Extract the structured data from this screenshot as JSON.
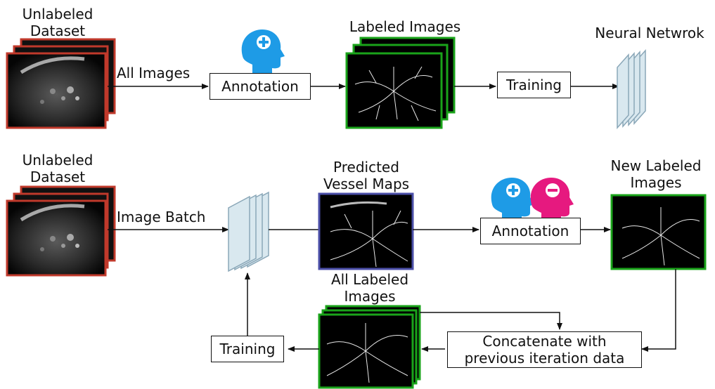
{
  "colors": {
    "unlabeled_border": "#c0392b",
    "labeled_border": "#1aa31a",
    "predicted_border": "#4b4fa8",
    "nn_layer_fill": "#d9e8ef",
    "nn_layer_stroke": "#8aa7b8",
    "annotator_add": "#1e9be6",
    "annotator_remove": "#e6197f",
    "arrow": "#111111"
  },
  "top": {
    "unlabeled_dataset": "Unlabeled\nDataset",
    "edge_all_images": "All Images",
    "annotation": "Annotation",
    "labeled_images": "Labeled Images",
    "training": "Training",
    "neural_network": "Neural Netwrok"
  },
  "bottom": {
    "unlabeled_dataset": "Unlabeled\nDataset",
    "edge_image_batch": "Image Batch",
    "predicted_vessel_maps": "Predicted\nVessel Maps",
    "annotation": "Annotation",
    "new_labeled_images": "New Labeled\nImages",
    "all_labeled_images": "All Labeled\nImages",
    "training": "Training",
    "concatenate_line1": "Concatenate with",
    "concatenate_line2": "previous iteration data"
  },
  "icons": {
    "top_annotator": "head-plus-icon",
    "bottom_annotator_add": "head-plus-icon",
    "bottom_annotator_remove": "head-minus-icon"
  }
}
